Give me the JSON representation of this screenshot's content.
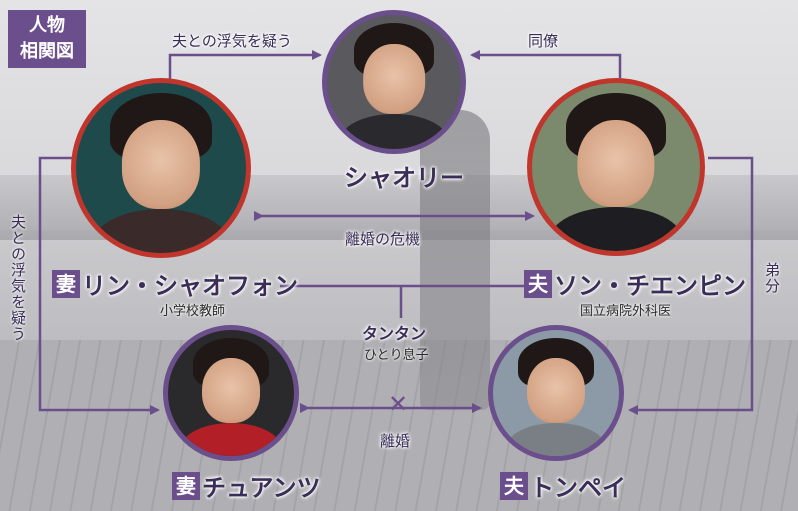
{
  "header": {
    "tag_line1": "人物",
    "tag_line2": "相関図"
  },
  "people": {
    "xiaoli": {
      "name": "シャオリー"
    },
    "lin": {
      "role": "妻",
      "name": "リン・シャオフォン",
      "sub": "小学校教師"
    },
    "song": {
      "role": "夫",
      "name": "ソン・チエンピン",
      "sub": "国立病院外科医"
    },
    "tantan": {
      "name": "タンタン",
      "sub": "ひとり息子"
    },
    "chu": {
      "role": "妻",
      "name": "チュアンツ"
    },
    "tong": {
      "role": "夫",
      "name": "トンペイ"
    }
  },
  "relations": {
    "lin_xiaoli": "夫との浮気を疑う",
    "song_xiaoli": "同僚",
    "lin_song": "離婚の危機",
    "lin_chu": "夫との浮気を疑う",
    "song_tong": "弟分",
    "chu_tong": "離婚",
    "cross_mark": "✕"
  },
  "colors": {
    "accent": "#6b4e8c",
    "married_ring": "#c0362c",
    "name_text": "#3a2e58"
  }
}
